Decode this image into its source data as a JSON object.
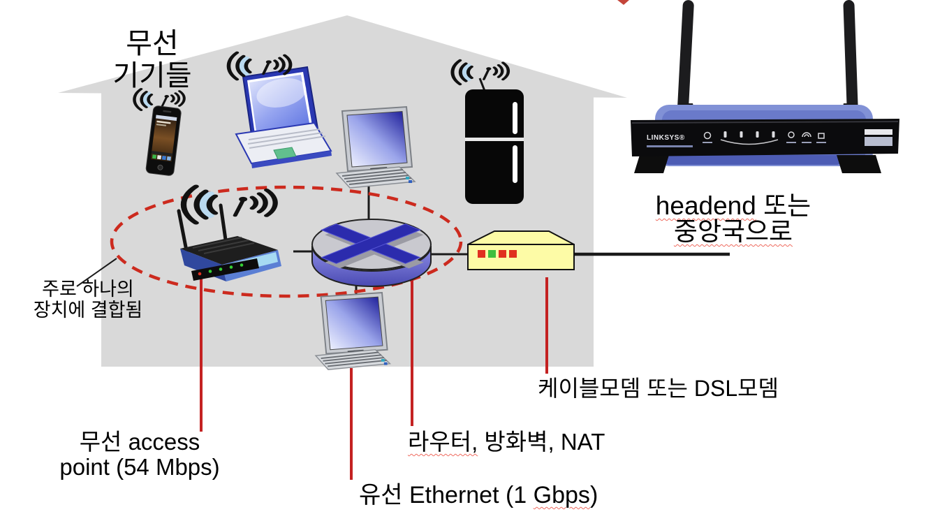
{
  "labels": {
    "wireless_devices": {
      "line1": "무선",
      "line2": "기기들"
    },
    "combined_note": {
      "line1": "주로 하나의",
      "line2": "장치에 결합됨"
    },
    "access_point": {
      "line1": "무선 access",
      "line2": "point (54 Mbps)"
    },
    "router": {
      "word": "라우터,",
      "rest": " 방화벽, NAT"
    },
    "wired_ethernet": {
      "pre": "유선 Ethernet (1 ",
      "word": "Gbps",
      "post": ")"
    },
    "cable_modem": {
      "text": "케이블모뎀 또는 DSL모뎀"
    },
    "headend": {
      "line1_word": "headend",
      "line1_rest": " 또는",
      "line2": "중앙국으로"
    },
    "photo": {
      "brand": "LINKSYS®"
    }
  },
  "colors": {
    "house_gray": "#d9d9d9",
    "callout_red": "#c42222",
    "ellipse_red": "#cc2a1e",
    "connector_black": "#1a1a1a",
    "router_x_blue": "#2b2bad",
    "cylinder_blue": "#6565cc",
    "modem_yellow": "#fdfba6",
    "led_red": "#e03020",
    "led_green": "#3fbf3f",
    "squiggle_red": "#ef6a5e",
    "photo_body_blue": "#8191d6"
  },
  "icons": [
    "wifi-waves",
    "smartphone",
    "laptop",
    "desktop-pc",
    "refrigerator",
    "wireless-access-point",
    "router",
    "cable-dsl-modem",
    "desktop-pc",
    "linksys-router-photo"
  ]
}
